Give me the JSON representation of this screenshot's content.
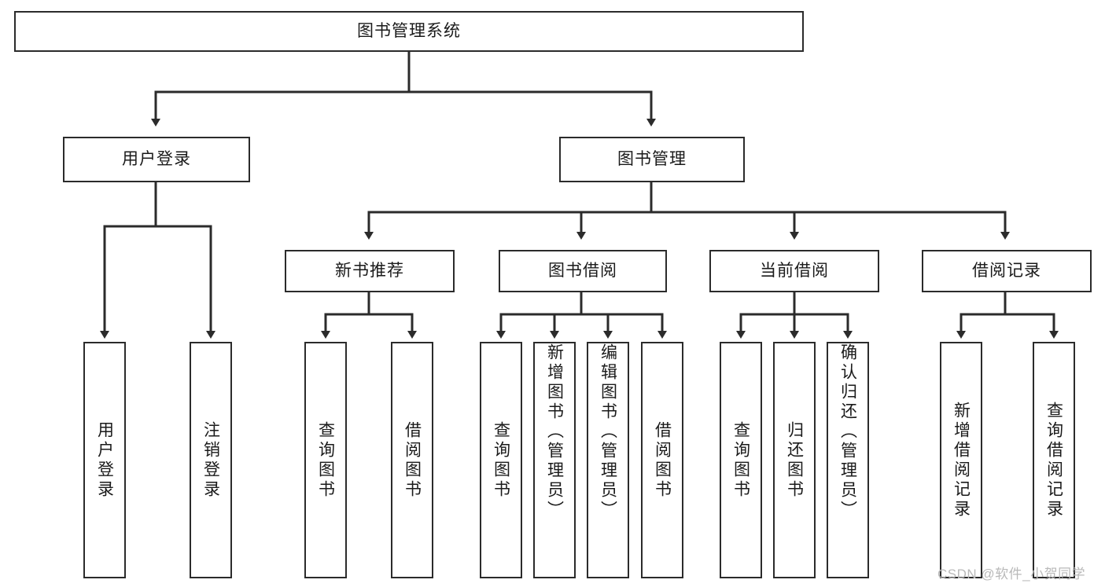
{
  "diagram": {
    "type": "tree",
    "title": "图书管理系统",
    "colors": {
      "stroke": "#2b2b2b",
      "fill": "#ffffff",
      "text": "#1a1a1a",
      "watermark": "#b9b9b9"
    },
    "root": {
      "label": "图书管理系统"
    },
    "level2": [
      {
        "label": "用户登录"
      },
      {
        "label": "图书管理"
      }
    ],
    "level3": [
      {
        "label": "新书推荐"
      },
      {
        "label": "图书借阅"
      },
      {
        "label": "当前借阅"
      },
      {
        "label": "借阅记录"
      }
    ],
    "leaves": {
      "user_login": [
        {
          "label": "用户登录"
        },
        {
          "label": "注销登录"
        }
      ],
      "new_book": [
        {
          "label": "查询图书"
        },
        {
          "label": "借阅图书"
        }
      ],
      "book_borrow": [
        {
          "label": "查询图书"
        },
        {
          "label": "新增图书（管理员）"
        },
        {
          "label": "编辑图书（管理员）"
        },
        {
          "label": "借阅图书"
        }
      ],
      "current_borrow": [
        {
          "label": "查询图书"
        },
        {
          "label": "归还图书"
        },
        {
          "label": "确认归还（管理员）"
        }
      ],
      "borrow_record": [
        {
          "label": "新增借阅记录"
        },
        {
          "label": "查询借阅记录"
        }
      ]
    }
  },
  "watermark": {
    "text": "CSDN @软件_小贺同学"
  }
}
